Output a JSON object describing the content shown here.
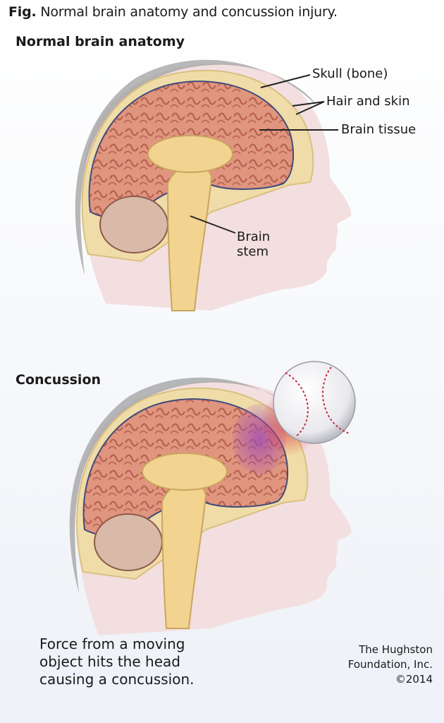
{
  "title": {
    "prefix": "Fig.",
    "text": "Normal brain anatomy and concussion injury."
  },
  "sections": [
    {
      "heading": "Normal brain anatomy"
    },
    {
      "heading": "Concussion"
    }
  ],
  "labels": {
    "skull": "Skull (bone)",
    "hair_skin": "Hair and skin",
    "brain_tissue": "Brain tissue",
    "brain_stem_1": "Brain",
    "brain_stem_2": "stem"
  },
  "caption": {
    "line1": "Force from a moving",
    "line2": "object hits the head",
    "line3": "causing a concussion."
  },
  "credit": {
    "line1": "The Hughston",
    "line2": "Foundation, Inc.",
    "line3": "©2014"
  },
  "colors": {
    "brain": "#e0957f",
    "brain_dark": "#b8604f",
    "skull": "#f0dca8",
    "skin": "#f3dfe0",
    "hair": "#8d8d8d",
    "bruise": "#a24fb4",
    "impact": "#d9323b"
  }
}
